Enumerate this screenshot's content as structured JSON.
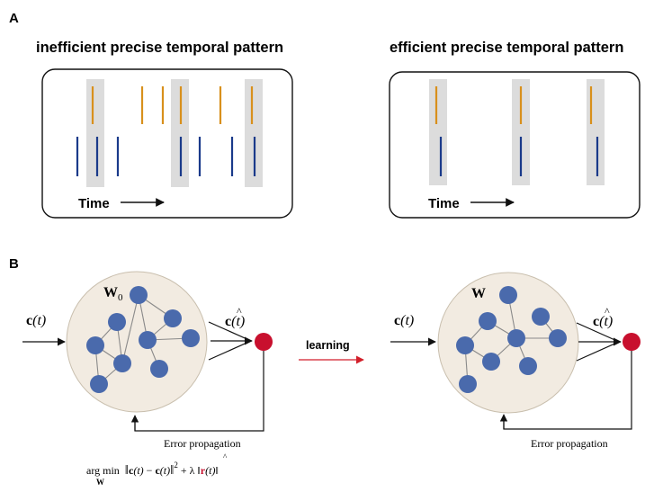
{
  "panel_a": {
    "letter": "A",
    "left": {
      "heading": "inefficient precise temporal pattern",
      "time_label": "Time"
    },
    "right": {
      "heading": "efficient precise temporal pattern",
      "time_label": "Time"
    }
  },
  "panel_b": {
    "letter": "B",
    "left": {
      "weight_symbol": "W",
      "weight_subscript": "0",
      "input_label": "c",
      "input_arg": "(t)",
      "output_label": "c",
      "output_arg": "(t)",
      "output_hat": "^",
      "feedback_label": "Error propagation"
    },
    "right": {
      "weight_symbol": "W",
      "input_label": "c",
      "input_arg": "(t)",
      "output_label": "c",
      "output_arg": "(t)",
      "output_hat": "^",
      "feedback_label": "Error propagation"
    },
    "arrow_label": "learning",
    "objective": {
      "argmin": "arg min",
      "argmin_sub": "W",
      "norm_open": "‖",
      "c1": "c",
      "t1": "(t)",
      "minus": " − ",
      "c2": "c",
      "hat": "^",
      "t2": "(t)",
      "norm_close": "‖",
      "exp": "2",
      "plus_lambda": " + λ ",
      "bar_open": "‖",
      "r": "r",
      "t3": "(t)",
      "bar_close": "‖"
    }
  },
  "colors": {
    "orange_spike": "#d8901c",
    "blue_spike": "#1a3a8a",
    "highlight": "#dcdcdc",
    "node": "#4a6aac",
    "reservoir": "#f2ebe1",
    "output_node": "#c8102e",
    "learning_arrow": "#d21f2a",
    "readout_r": "#c8102e"
  }
}
